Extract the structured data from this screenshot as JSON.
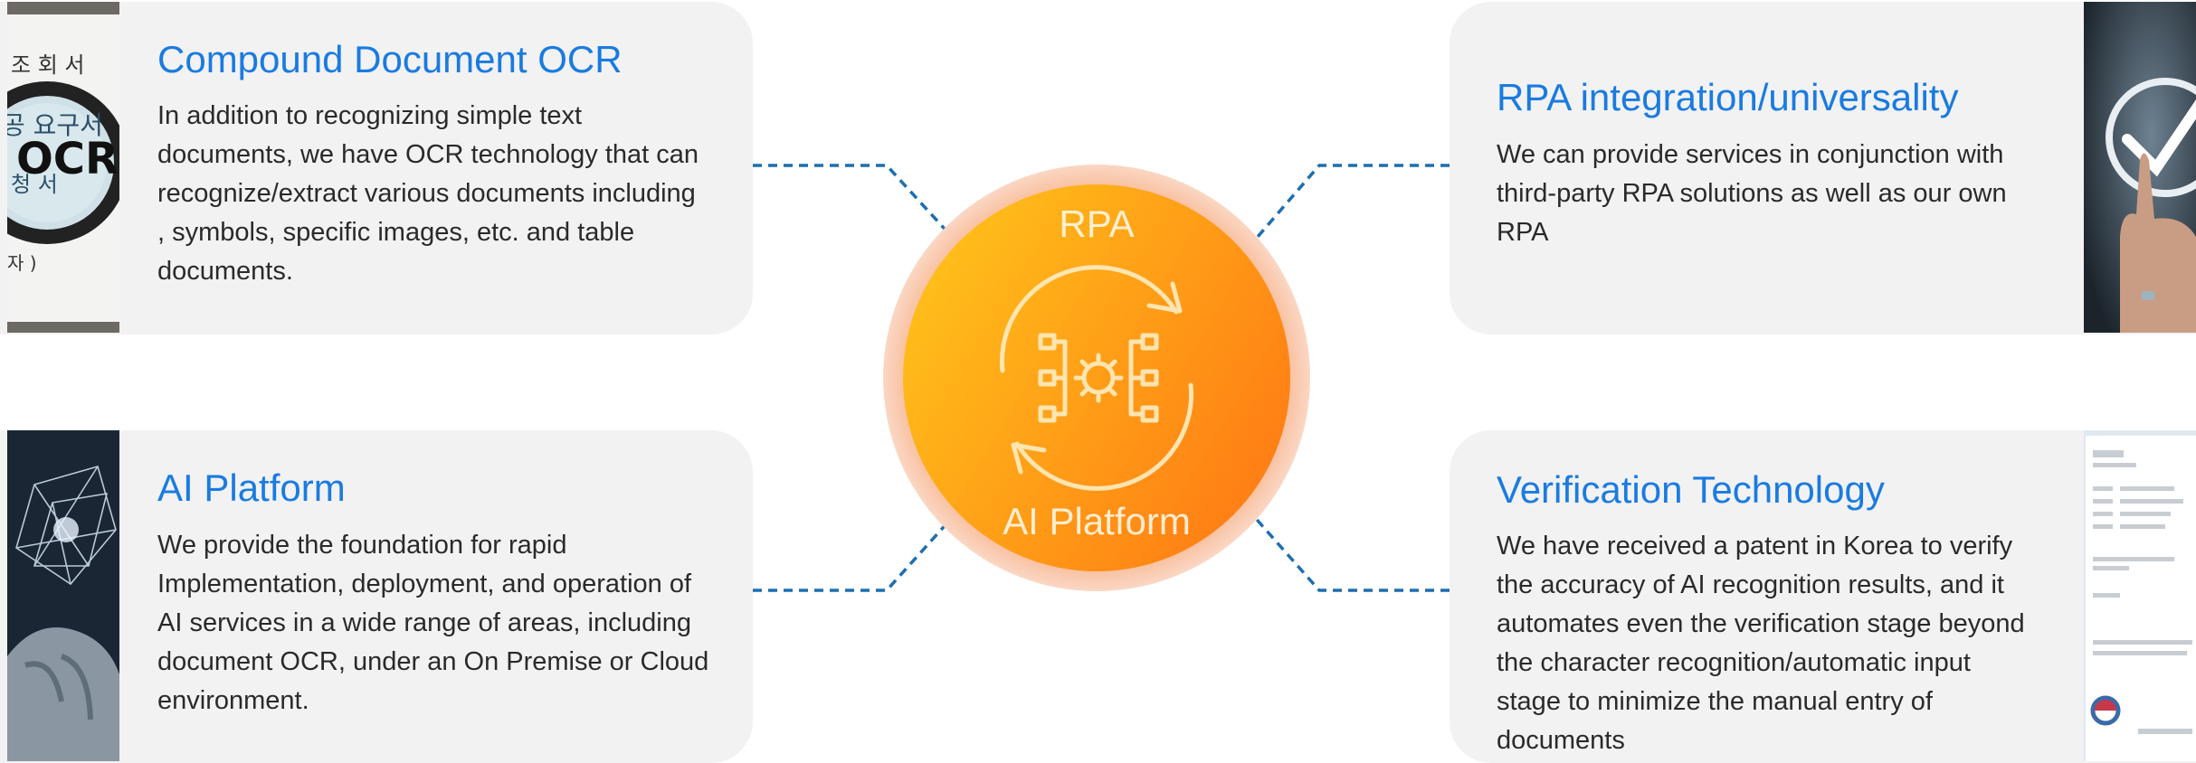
{
  "hub": {
    "top_label": "RPA",
    "bottom_label": "AI Platform",
    "icon": "rpa-cycle-gear-icon",
    "colors": {
      "core_start": "#ffc21a",
      "core_end": "#ff7a14",
      "ring": "#f9c2a5"
    }
  },
  "cards": [
    {
      "id": "compound-ocr",
      "title": "Compound Document OCR",
      "body": "In addition to recognizing simple text documents, we have OCR technology that can recognize/extract various documents including , symbols, specific images, etc. and table documents.",
      "thumb_icon": "ocr-magnifier-icon",
      "thumb_text": [
        "조 회 서",
        "공 요구서",
        "OCR",
        "청 서",
        "자 )"
      ]
    },
    {
      "id": "rpa-integration",
      "title": "RPA integration/universality",
      "body": "We can provide services in conjunction with third-party RPA solutions as well as our own RPA",
      "thumb_icon": "finger-checkmark-icon"
    },
    {
      "id": "ai-platform",
      "title": "AI Platform",
      "body": "We provide the foundation for rapid Implementation, deployment, and operation of AI services in a wide range of areas, including document OCR, under an On Premise or Cloud environment.",
      "thumb_icon": "ai-network-hand-icon"
    },
    {
      "id": "verification-tech",
      "title": "Verification Technology",
      "body": "We have received a patent in Korea to verify the accuracy of AI recognition results, and it automates even the verification stage beyond the character recognition/automatic input stage to minimize the manual entry of documents",
      "thumb_icon": "patent-document-icon"
    }
  ],
  "colors": {
    "title": "#1a7be0",
    "card_bg": "#f2f2f2",
    "connector": "#1c6fb0",
    "body_text": "#2a2a2a"
  }
}
